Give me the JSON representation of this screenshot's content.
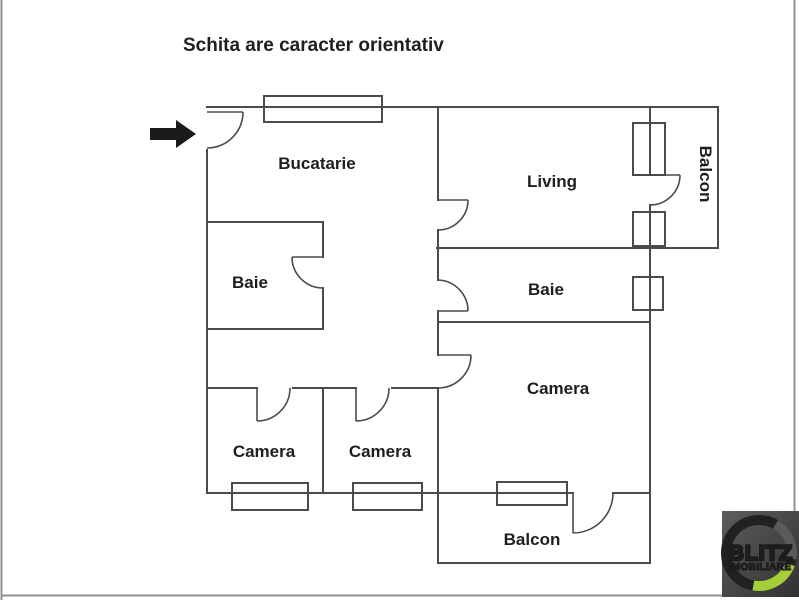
{
  "title": "Schita are caracter orientativ",
  "rooms": {
    "bucatarie": "Bucatarie",
    "living": "Living",
    "balcon_right": "Balcon",
    "baie_left": "Baie",
    "baie_right": "Baie",
    "camera_right": "Camera",
    "camera_left": "Camera",
    "camera_mid": "Camera",
    "balcon_bottom": "Balcon"
  },
  "logo": {
    "name": "BLITZ",
    "subtitle": "IMOBILIARE",
    "accent_green": "#a6ce39",
    "ring_dark": "#212121",
    "bg_gray": "#4b4b4b"
  },
  "plan": {
    "wall_color": "#4b4b4b",
    "label_color": "#1e1e1e",
    "entrance_arrow_color": "#1a1a1a",
    "border_color": "#8f8f8f"
  }
}
